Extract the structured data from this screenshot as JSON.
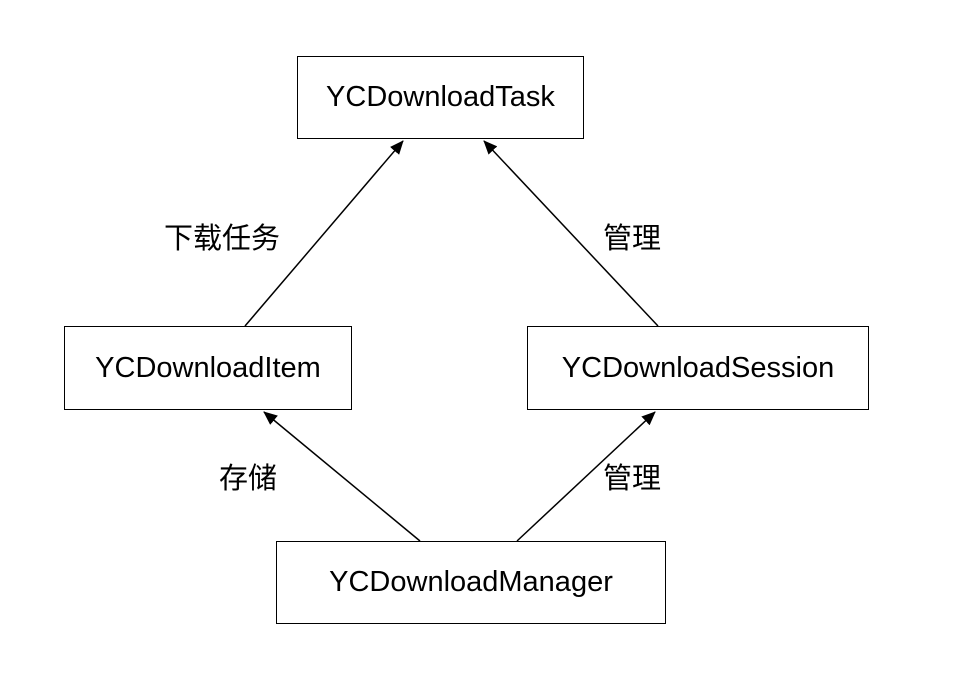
{
  "nodes": {
    "task": "YCDownloadTask",
    "item": "YCDownloadItem",
    "session": "YCDownloadSession",
    "manager": "YCDownloadManager"
  },
  "edges": {
    "item_to_task": "下载任务",
    "session_to_task": "管理",
    "manager_to_item": "存储",
    "manager_to_session": "管理"
  },
  "colors": {
    "stroke": "#000000",
    "background": "#ffffff"
  }
}
